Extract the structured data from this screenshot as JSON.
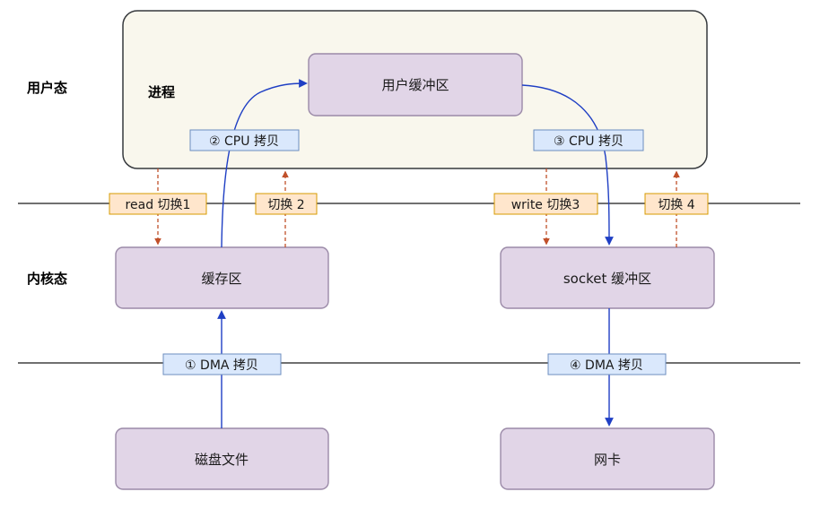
{
  "layers": {
    "user": "用户态",
    "kernel": "内核态"
  },
  "process": {
    "label": "进程",
    "user_buffer": "用户缓冲区"
  },
  "kernel_boxes": {
    "cache": "缓存区",
    "socket_buffer": "socket 缓冲区"
  },
  "hardware": {
    "disk": "磁盘文件",
    "nic": "网卡"
  },
  "copies": {
    "dma1": "① DMA 拷贝",
    "cpu2": "② CPU 拷贝",
    "cpu3": "③ CPU 拷贝",
    "dma4": "④ DMA 拷贝"
  },
  "switches": {
    "s1": "read 切换1",
    "s2": "切换 2",
    "s3": "write 切换3",
    "s4": "切换 4"
  },
  "colors": {
    "box_fill": "#e1d5e7",
    "process_fill": "#f9f7ed",
    "copy_tag_fill": "#dae8fc",
    "switch_tag_fill": "#ffe6cc",
    "data_arrow": "#1f3fc4",
    "switch_arrow": "#c0502a"
  }
}
